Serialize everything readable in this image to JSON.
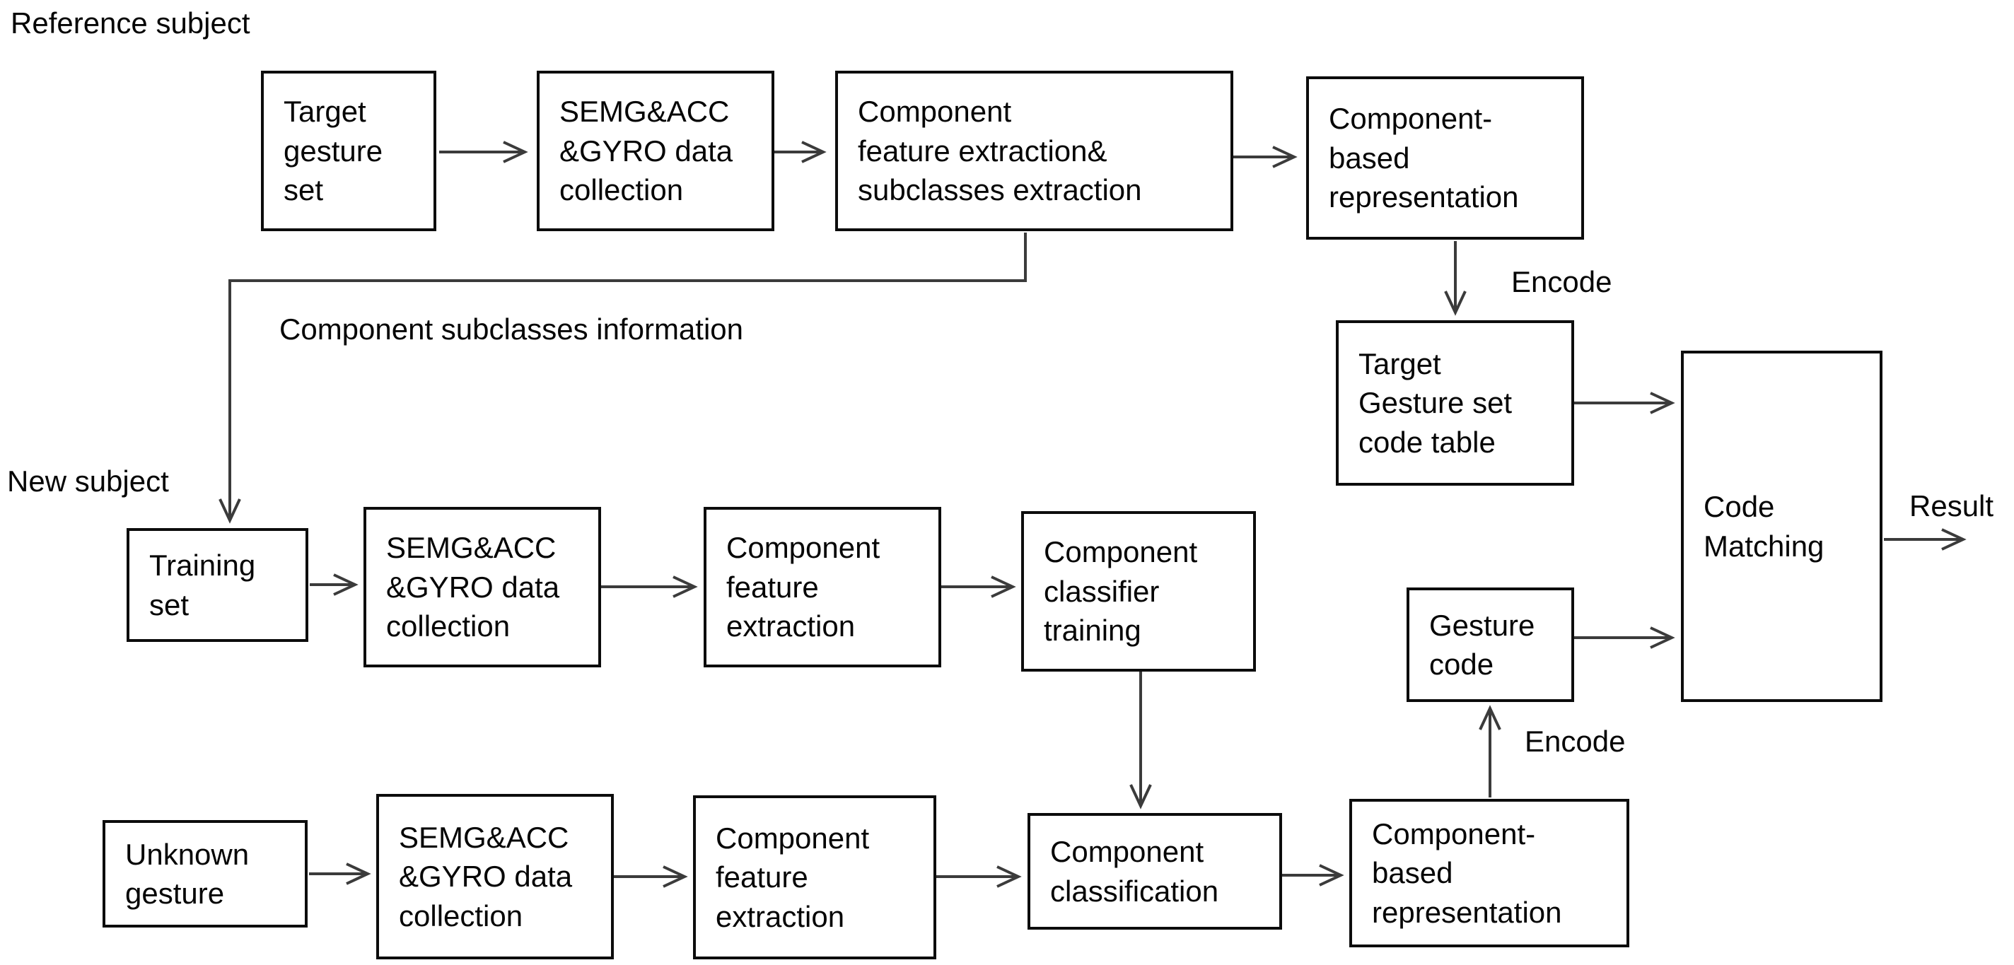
{
  "diagram": {
    "annotations": {
      "reference_subject": "Reference subject",
      "new_subject": "New subject",
      "component_subclasses_information": "Component subclasses information",
      "encode_top": "Encode",
      "encode_bottom": "Encode",
      "result": "Result"
    },
    "boxes": {
      "target_gesture_set": {
        "label": "Target\ngesture\nset"
      },
      "semg_acc_gyro_reference": {
        "label": "SEMG&ACC\n&GYRO data\ncollection"
      },
      "component_feature_subclasses_extraction": {
        "label": "Component\nfeature extraction&\nsubclasses extraction"
      },
      "component_based_representation_top": {
        "label": "Component-\nbased\nrepresentation"
      },
      "target_gesture_set_code_table": {
        "label": "Target\nGesture set\ncode table"
      },
      "code_matching": {
        "label": "Code\nMatching"
      },
      "training_set": {
        "label": "Training\nset"
      },
      "semg_acc_gyro_training": {
        "label": "SEMG&ACC\n&GYRO data\ncollection"
      },
      "component_feature_extraction_training": {
        "label": "Component\nfeature\nextraction"
      },
      "component_classifier_training": {
        "label": "Component\nclassifier\ntraining"
      },
      "gesture_code": {
        "label": "Gesture\ncode"
      },
      "unknown_gesture": {
        "label": "Unknown\ngesture"
      },
      "semg_acc_gyro_unknown": {
        "label": "SEMG&ACC\n&GYRO data\ncollection"
      },
      "component_feature_extraction_unknown": {
        "label": "Component\nfeature\nextraction"
      },
      "component_classification": {
        "label": "Component\nclassification"
      },
      "component_based_representation_bottom": {
        "label": "Component-\nbased\nrepresentation"
      }
    },
    "colors": {
      "line": "#3b3b3b",
      "box_border": "#0c0c0c",
      "text": "#050505",
      "background": "#ffffff"
    }
  }
}
